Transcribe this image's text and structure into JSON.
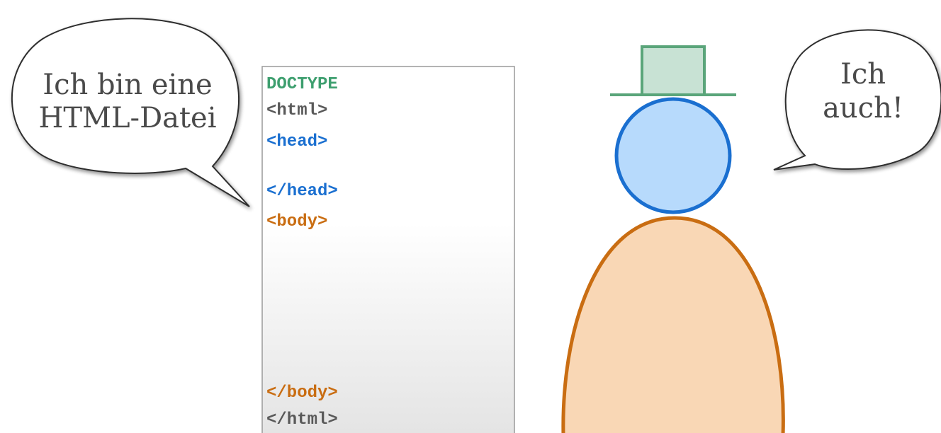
{
  "left_bubble": {
    "line1": "Ich bin eine",
    "line2": "HTML-Datei"
  },
  "right_bubble": {
    "line1": "Ich",
    "line2": "auch!"
  },
  "document": {
    "doctype": "DOCTYPE",
    "html_open": "<html>",
    "head_open": "<head>",
    "head_close": "</head>",
    "body_open": "<body>",
    "body_close": "</body>",
    "html_close": "</html>"
  },
  "colors": {
    "doctype": "#3e9f6f",
    "html": "#595959",
    "head": "#1a6fd0",
    "body": "#c96d12",
    "hat_fill": "#c8e2d4",
    "hat_stroke": "#5aa57a",
    "head_fill": "#b7dafc",
    "head_stroke": "#1a6fd0",
    "body_fill": "#f9d7b5",
    "body_stroke": "#c96d12"
  }
}
